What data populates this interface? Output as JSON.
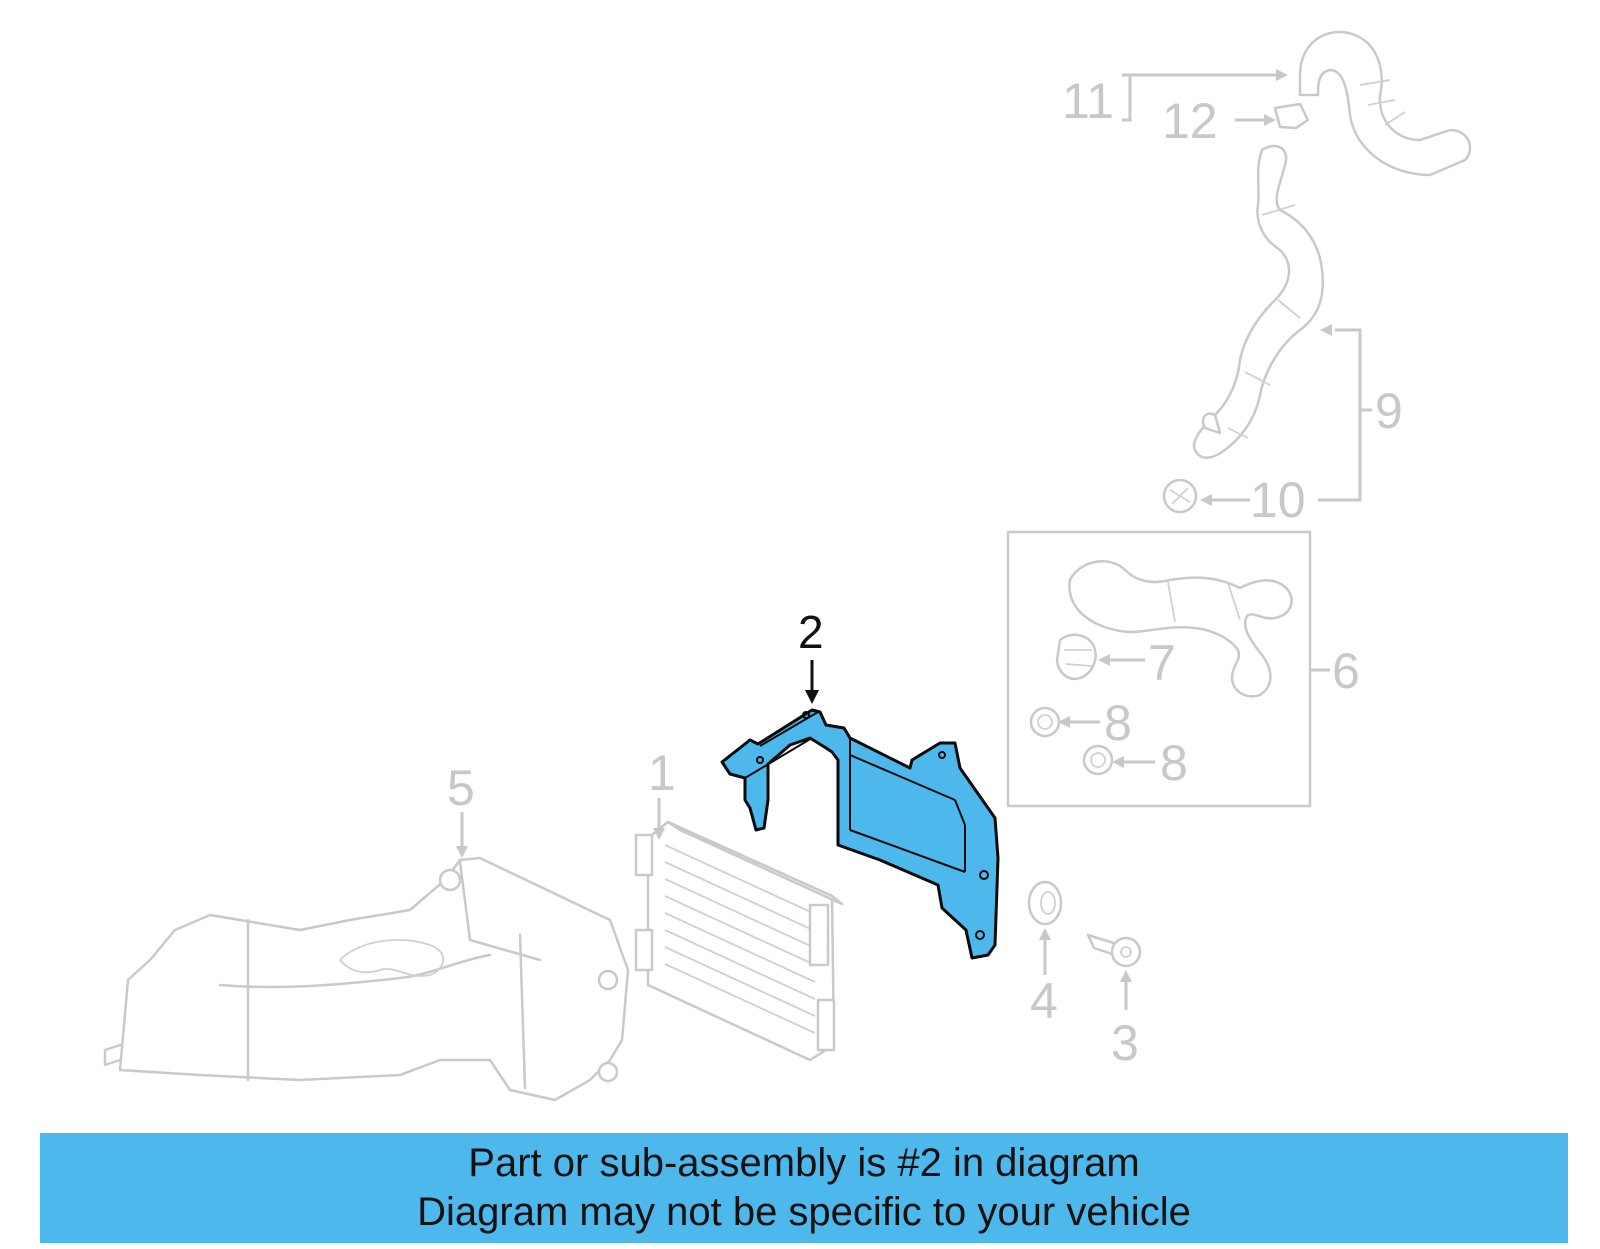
{
  "colors": {
    "highlight": "#4db8ec",
    "ghost": "#c8c8c8",
    "caption_bg": "#4db8ec",
    "text_dark": "#111111"
  },
  "callouts": {
    "c1": "1",
    "c2": "2",
    "c3": "3",
    "c4": "4",
    "c5": "5",
    "c6": "6",
    "c7": "7",
    "c8a": "8",
    "c8b": "8",
    "c9": "9",
    "c10": "10",
    "c11": "11",
    "c12": "12"
  },
  "highlighted_part": "2",
  "caption": {
    "line1": "Part or sub-assembly is #2 in diagram",
    "line2": "Diagram may not be specific to your vehicle"
  }
}
